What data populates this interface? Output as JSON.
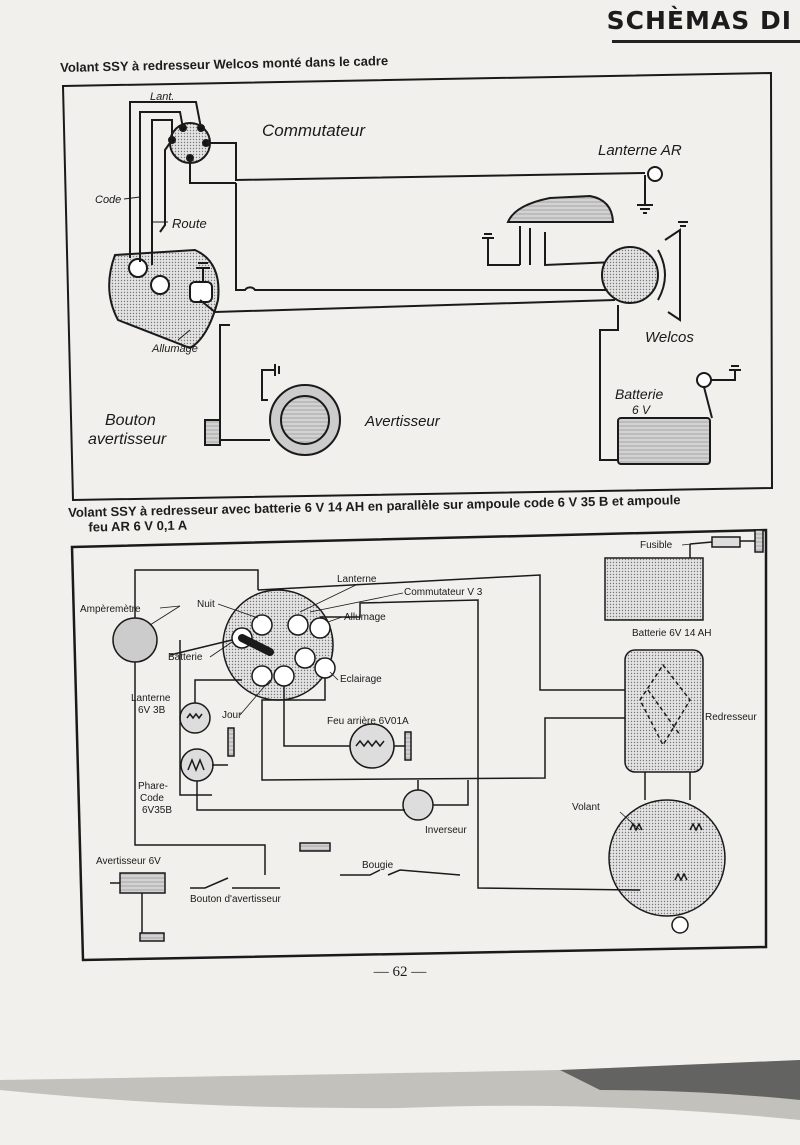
{
  "header": {
    "title": "SCHÈMAS DI"
  },
  "diagram1": {
    "caption": "Volant SSY à redresseur Welcos monté dans le cadre",
    "labels": {
      "lant": "Lant.",
      "commutateur": "Commutateur",
      "lanterne_ar": "Lanterne AR",
      "code": "Code",
      "route": "Route",
      "allumage": "Allumage",
      "welcos": "Welcos",
      "bouton_l1": "Bouton",
      "bouton_l2": "avertisseur",
      "avertisseur": "Avertisseur",
      "batterie": "Batterie",
      "batterie_v": "6 V"
    }
  },
  "diagram2": {
    "caption_line1": "Volant SSY à redresseur avec batterie 6 V 14 AH en parallèle sur ampoule code 6 V 35 B et ampoule",
    "caption_line2": "feu AR 6 V 0,1 A",
    "labels": {
      "fusible": "Fusible",
      "lanterne": "Lanterne",
      "commutateur": "Commutateur V 3",
      "amperemetre": "Ampèremètre",
      "nuit": "Nuit",
      "allumage": "Allumage",
      "batterie_big": "Batterie 6V 14 AH",
      "batterie": "Batterie",
      "eclairage": "Eclairage",
      "lanterne_l": "Lanterne",
      "lanterne_v": "6V 3B",
      "jour": "Jour",
      "feu": "Feu arrière 6V01A",
      "redresseur": "Redresseur",
      "phare1": "Phare-",
      "phare2": "Code",
      "phare3": "6V35B",
      "inverseur": "Inverseur",
      "volant": "Volant",
      "avertisseur": "Avertisseur 6V",
      "bougie": "Bougie",
      "bouton": "Bouton d'avertisseur"
    }
  },
  "footer": {
    "page_number": "— 62 —"
  }
}
